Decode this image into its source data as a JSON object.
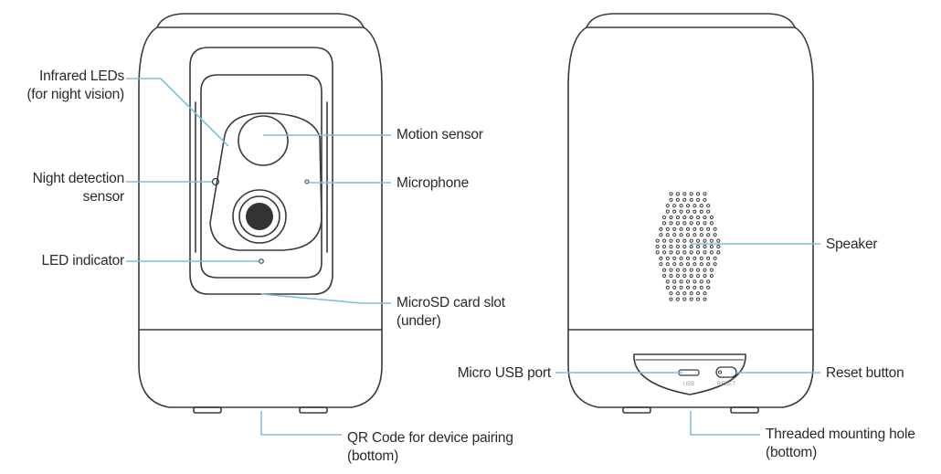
{
  "labels": {
    "infrared": {
      "line1": "Infrared LEDs",
      "line2": "(for night vision)"
    },
    "night_sensor": {
      "line1": "Night detection",
      "line2": "sensor"
    },
    "led_indicator": "LED indicator",
    "motion_sensor": "Motion sensor",
    "microphone": "Microphone",
    "microsd": {
      "line1": "MicroSD card slot",
      "line2": "(under)"
    },
    "qr_code": {
      "line1": "QR Code for device pairing",
      "line2": "(bottom)"
    },
    "speaker": "Speaker",
    "micro_usb": "Micro USB port",
    "reset": "Reset button",
    "mounting": {
      "line1": "Threaded mounting hole",
      "line2": "(bottom)"
    }
  },
  "port_labels": {
    "usb": "USB",
    "reset": "RESET"
  },
  "colors": {
    "outline": "#3a3a3a",
    "leader": "#7fbfdc",
    "lens": "#333333"
  }
}
